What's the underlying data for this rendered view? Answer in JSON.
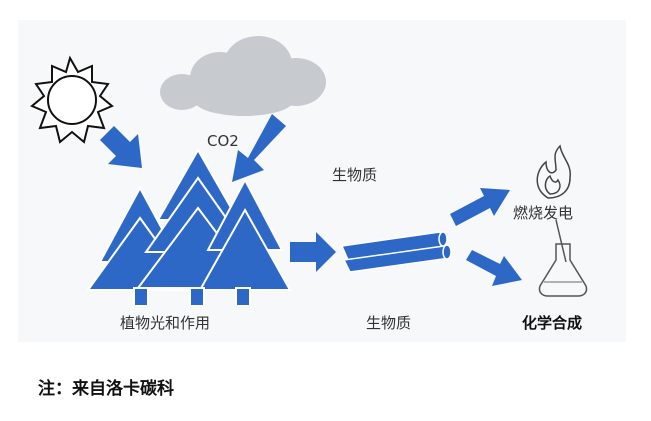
{
  "labels": {
    "co2": "CO2",
    "biomass_top": "生物质",
    "burn": "燃烧发电",
    "photosynthesis": "植物光和作用",
    "biomass_bottom": "生物质",
    "chem": "化学合成"
  },
  "note": "注：来自洛卡碳科",
  "colors": {
    "blue": "#2e68c7",
    "cloud": "#c7cacf",
    "text": "#333333"
  },
  "icons": [
    "sun-icon",
    "cloud-icon",
    "tree-icon",
    "log-icon",
    "flame-icon",
    "flask-icon",
    "arrow-icon"
  ]
}
